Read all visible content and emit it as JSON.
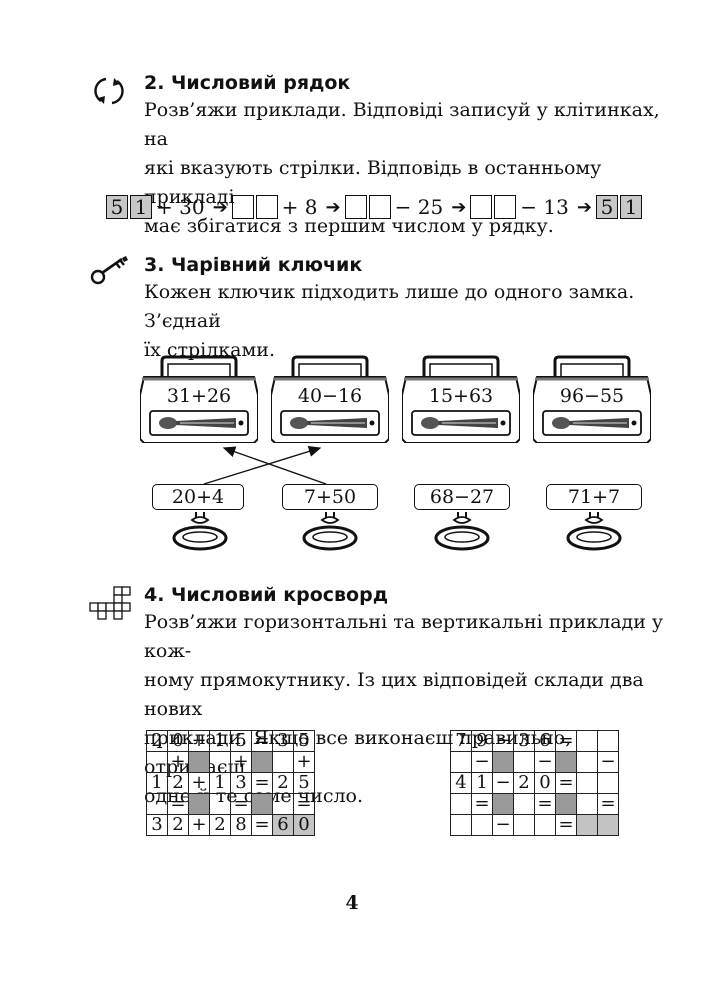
{
  "section2": {
    "title": "2. Числовий рядок",
    "text_lines": [
      "Розв’яжи приклади. Відповіді записуй у клітинках, на",
      "які вказують стрілки. Відповідь в останньому прикладі",
      "має збігатися з першим числом у рядку."
    ],
    "start_digits": [
      "5",
      "1"
    ],
    "ops": [
      "+ 30",
      "+ 8",
      "− 25",
      "− 13"
    ],
    "end_digits": [
      "5",
      "1"
    ],
    "arrow_symbol": "➔"
  },
  "section3": {
    "title": "3. Чарівний ключик",
    "text_lines": [
      "Кожен ключик підходить лише до одного замка. З’єднай",
      "їх стрілками."
    ],
    "locks": [
      "31+26",
      "40−16",
      "15+63",
      "96−55"
    ],
    "keys": [
      "20+4",
      "7+50",
      "68−27",
      "71+7"
    ]
  },
  "section4": {
    "title": "4. Числовий кросворд",
    "text_lines": [
      "Розв’яжи горизонтальні та вертикальні приклади у кож-",
      "ному прямокутнику. Із цих відповідей склади два нових",
      "приклади. Якщо все виконаєш правильно, отримаєш",
      "одне й те саме число."
    ],
    "grid1": [
      [
        "2",
        "0",
        "+",
        "1",
        "5",
        "=",
        "3",
        "5"
      ],
      [
        "",
        "+",
        "#",
        "",
        "+",
        "#",
        "",
        "+"
      ],
      [
        "1",
        "2",
        "+",
        "1",
        "3",
        "=",
        "2",
        "5"
      ],
      [
        "",
        "=",
        "#",
        "",
        "=",
        "#",
        "",
        "="
      ],
      [
        "3",
        "2",
        "+",
        "2",
        "8",
        "=",
        "6",
        "0"
      ]
    ],
    "grid2": [
      [
        "7",
        "9",
        "−",
        "3",
        "6",
        "=",
        "",
        ""
      ],
      [
        "",
        "−",
        "#",
        "",
        "−",
        "#",
        "",
        "−"
      ],
      [
        "4",
        "1",
        "−",
        "2",
        "0",
        "=",
        "",
        ""
      ],
      [
        "",
        "=",
        "#",
        "",
        "=",
        "#",
        "",
        "="
      ],
      [
        "",
        "",
        "−",
        "",
        "",
        "=",
        "",
        ""
      ]
    ]
  },
  "page_number": "4"
}
